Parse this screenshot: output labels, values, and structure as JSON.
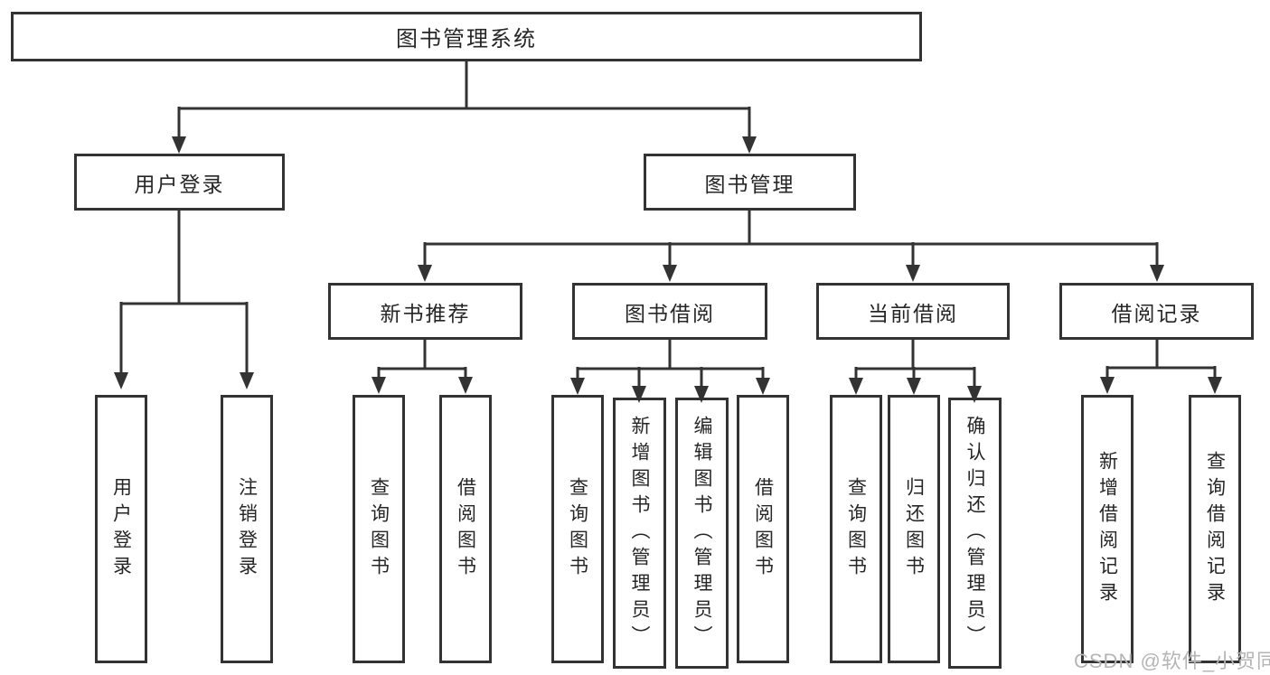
{
  "diagram_title": "图书管理系统",
  "tree": {
    "root": {
      "label": "图书管理系统"
    },
    "branches": [
      {
        "label": "用户登录",
        "children": [
          {
            "label": "用户登录"
          },
          {
            "label": "注销登录"
          }
        ]
      },
      {
        "label": "图书管理",
        "children": [
          {
            "label": "新书推荐",
            "children": [
              {
                "label": "查询图书"
              },
              {
                "label": "借阅图书"
              }
            ]
          },
          {
            "label": "图书借阅",
            "children": [
              {
                "label": "查询图书"
              },
              {
                "label": "新增图书（管理员）"
              },
              {
                "label": "编辑图书（管理员）"
              },
              {
                "label": "借阅图书"
              }
            ]
          },
          {
            "label": "当前借阅",
            "children": [
              {
                "label": "查询图书"
              },
              {
                "label": "归还图书"
              },
              {
                "label": "确认归还（管理员）"
              }
            ]
          },
          {
            "label": "借阅记录",
            "children": [
              {
                "label": "新增借阅记录"
              },
              {
                "label": "查询借阅记录"
              }
            ]
          }
        ]
      }
    ]
  },
  "watermark": "CSDN @软件_小贺同学",
  "colors": {
    "line": "#333333",
    "text": "#262626",
    "background": "#ffffff",
    "watermark": "#b5b5b5"
  }
}
